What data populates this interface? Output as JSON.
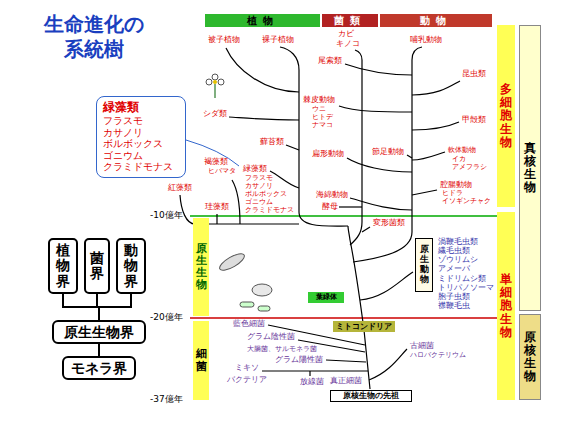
{
  "diagram": {
    "title": "生命進化の 系統樹",
    "nodes": [
      {
        "text": [
          "植物"
        ]
      },
      {
        "text": [
          "菌類"
        ]
      },
      {
        "text": [
          "動物"
        ]
      },
      {
        "text": [
          "多細胞生物"
        ]
      },
      {
        "text": [
          "単細胞生物"
        ]
      },
      {
        "text": [
          "真核生物"
        ]
      },
      {
        "text": [
          "原核生物"
        ]
      },
      {
        "text": [
          "原生生物"
        ]
      },
      {
        "text": [
          "細菌"
        ]
      },
      {
        "text": [
          "緑藻類",
          "フラスモ",
          "カサノリ",
          "ボルボックス",
          "ゴニウム",
          "クラミドモナス"
        ]
      },
      {
        "text": [
          "植物界"
        ]
      },
      {
        "text": [
          "菌界"
        ]
      },
      {
        "text": [
          "動物界"
        ]
      },
      {
        "text": [
          "原生生物界"
        ]
      },
      {
        "text": [
          "モネラ界"
        ]
      },
      {
        "text": [
          "原生動物"
        ]
      },
      {
        "text": [
          "葉緑体"
        ]
      },
      {
        "text": [
          "ミトコンドリア"
        ]
      },
      {
        "text": [
          "原核生物の先祖"
        ]
      }
    ],
    "edges": [
      {
        "from": 14,
        "to": 13,
        "arrow": "none"
      },
      {
        "from": 13,
        "to": 10,
        "arrow": "none"
      },
      {
        "from": 13,
        "to": 11,
        "arrow": "none"
      },
      {
        "from": 13,
        "to": 12,
        "arrow": "none"
      }
    ],
    "labels": [
      "-10億年",
      "-20億年",
      "-37億年",
      "被子植物",
      "裸子植物",
      "カビ",
      "キノコ",
      "哺乳動物",
      "尾索類",
      "昆虫類",
      "シダ類",
      "蘚苔類",
      "棘皮動物",
      "ウニ",
      "ヒトデ",
      "ナマコ",
      "甲殻類",
      "節足動物",
      "軟体動物",
      "イカ",
      "アメフラシ",
      "腔腸動物",
      "ヒドラ",
      "イソギンチャク",
      "扁形動物",
      "海綿動物",
      "変形菌類",
      "褐藻類",
      "ヒバマタ",
      "紅藻類",
      "緑藻類",
      "フラスモ",
      "カサノリ",
      "ボルボックス",
      "ゴニウム",
      "クラミドモナス",
      "珪藻類",
      "酵母",
      "渦鞭毛虫類",
      "繊毛虫類",
      "ゾウリムシ",
      "アメーバ",
      "ミドリムシ類",
      "トリパノソーマ",
      "胞子虫類",
      "襟鞭毛虫",
      "藍色細菌",
      "グラム陰性菌",
      "大腸菌、サルモネラ菌",
      "グラム陽性菌",
      "放線菌",
      "ミキソ",
      "バクテリア",
      "真正細菌",
      "古細菌",
      "ハロバクテリウム"
    ]
  }
}
